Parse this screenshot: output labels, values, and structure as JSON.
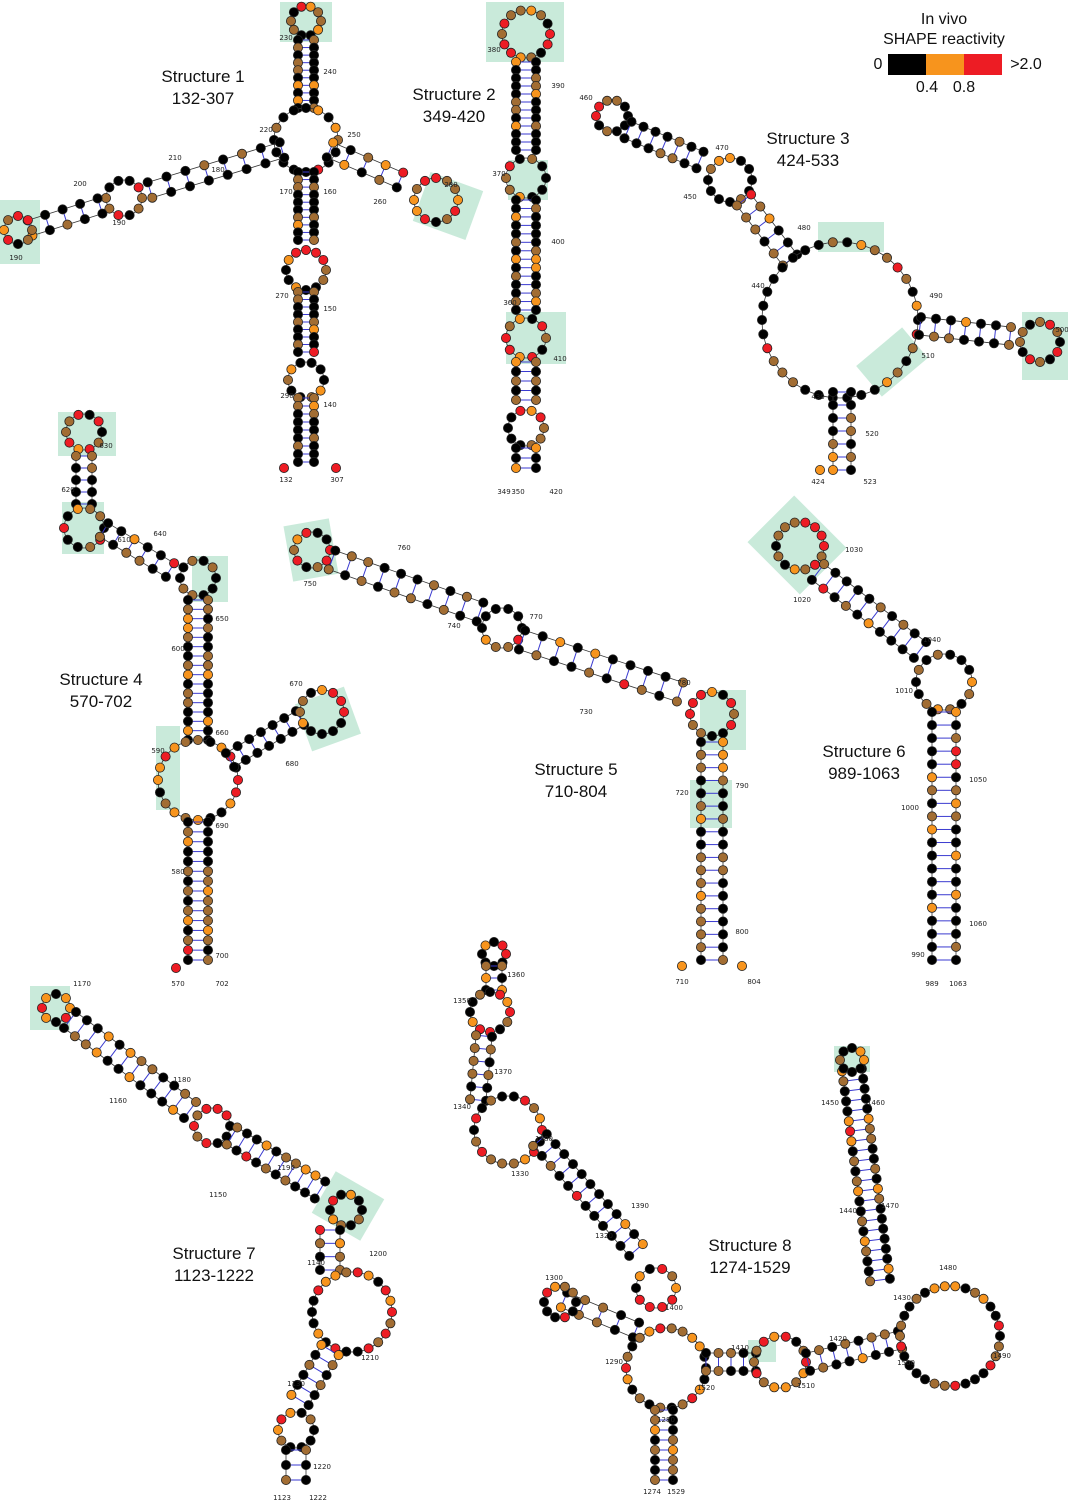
{
  "legend": {
    "title_line1": "In vivo",
    "title_line2": "SHAPE reactivity",
    "min_label": "0",
    "max_label": ">2.0",
    "tick1": "0.4",
    "tick2": "0.8",
    "colors": {
      "low": "#000000",
      "mid": "#f7941d",
      "high": "#ed1c24",
      "highlight": "#bfe6d3",
      "pair": "#3a3ad0"
    }
  },
  "structures": [
    {
      "name": "Structure 1",
      "range": "132-307",
      "start": "132",
      "end": "307",
      "ticks": [
        "230",
        "240",
        "220",
        "250",
        "210",
        "200",
        "190",
        "180",
        "170",
        "160",
        "280",
        "260",
        "270",
        "150",
        "290",
        "140",
        "300"
      ]
    },
    {
      "name": "Structure 2",
      "range": "349-420",
      "start": "349",
      "end": "420",
      "start2": "350",
      "ticks": [
        "380",
        "390",
        "370",
        "400",
        "360",
        "410"
      ]
    },
    {
      "name": "Structure 3",
      "range": "424-533",
      "start": "424",
      "end": "523",
      "ticks": [
        "460",
        "470",
        "450",
        "480",
        "440",
        "490",
        "500",
        "510",
        "430",
        "520"
      ]
    },
    {
      "name": "Structure 4",
      "range": "570-702",
      "start": "570",
      "end": "702",
      "ticks": [
        "630",
        "620",
        "640",
        "610",
        "650",
        "600",
        "670",
        "660",
        "590",
        "680",
        "690",
        "580",
        "700"
      ]
    },
    {
      "name": "Structure 5",
      "range": "710-804",
      "start": "710",
      "end": "804",
      "ticks": [
        "760",
        "750",
        "770",
        "740",
        "780",
        "730",
        "720",
        "790",
        "800"
      ]
    },
    {
      "name": "Structure 6",
      "range": "989-1063",
      "start": "989",
      "end": "1063",
      "ticks": [
        "1030",
        "1020",
        "1040",
        "1010",
        "1050",
        "1000",
        "1060",
        "990"
      ]
    },
    {
      "name": "Structure 7",
      "range": "1123-1222",
      "start": "1123",
      "end": "1222",
      "ticks": [
        "1170",
        "1180",
        "1160",
        "1190",
        "1150",
        "1200",
        "1140",
        "1210",
        "1130",
        "1220"
      ]
    },
    {
      "name": "Structure 8",
      "range": "1274-1529",
      "start": "1274",
      "end": "1529",
      "ticks": [
        "1360",
        "1350",
        "1370",
        "1340",
        "1380",
        "1330",
        "1390",
        "1320",
        "1460",
        "1450",
        "1470",
        "1440",
        "1480",
        "1430",
        "1300",
        "1400",
        "1410",
        "1420",
        "1290",
        "1520",
        "1510",
        "1500",
        "1490",
        "1280"
      ]
    }
  ]
}
